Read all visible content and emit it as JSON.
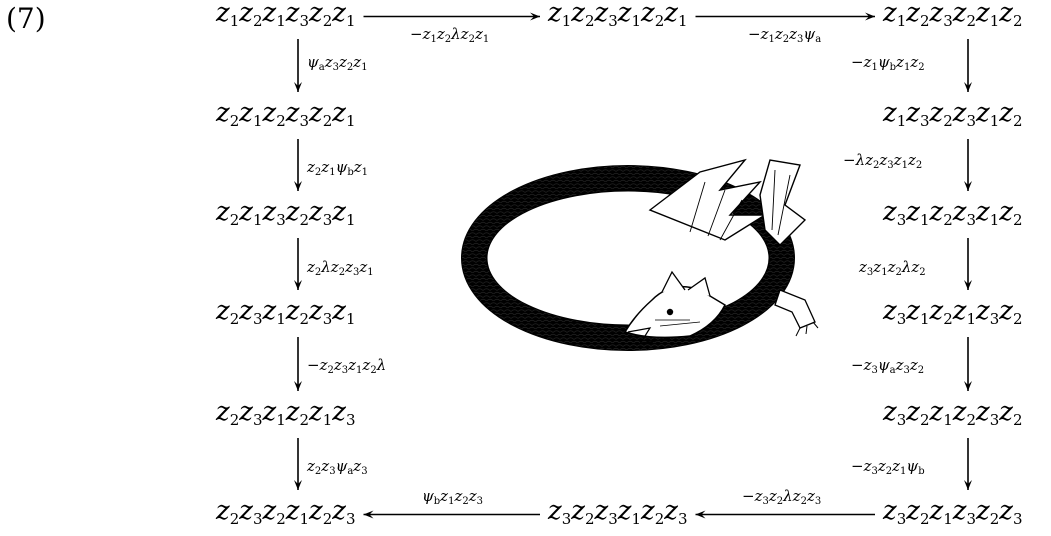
{
  "equation_number": "(7)",
  "nodes": [
    {
      "id": "n1",
      "text": "z_1z_2z_1z_3z_2z_1"
    },
    {
      "id": "n2",
      "text": "z_1z_2z_3z_1z_2z_1"
    },
    {
      "id": "n3",
      "text": "z_1z_2z_3z_2z_1z_2"
    },
    {
      "id": "n4",
      "text": "z_1z_3z_2z_3z_1z_2"
    },
    {
      "id": "n5",
      "text": "z_3z_1z_2z_3z_1z_2"
    },
    {
      "id": "n6",
      "text": "z_3z_1z_2z_1z_3z_2"
    },
    {
      "id": "n7",
      "text": "z_3z_2z_1z_2z_3z_2"
    },
    {
      "id": "n8",
      "text": "z_3z_2z_1z_3z_2z_3"
    },
    {
      "id": "n9",
      "text": "z_3z_2z_3z_1z_2z_3"
    },
    {
      "id": "n10",
      "text": "z_2z_3z_2z_1z_2z_3"
    },
    {
      "id": "n11",
      "text": "z_2z_3z_1z_2z_1z_3"
    },
    {
      "id": "n12",
      "text": "z_2z_3z_1z_2z_3z_1"
    },
    {
      "id": "n13",
      "text": "z_2z_1z_3z_2z_3z_1"
    },
    {
      "id": "n14",
      "text": "z_2z_1z_2z_3z_2z_1"
    }
  ],
  "edges": [
    {
      "from": "n1",
      "to": "n2",
      "label": "−z_1z_2λz_2z_1"
    },
    {
      "from": "n2",
      "to": "n3",
      "label": "−z_1z_2z_3ψ_a"
    },
    {
      "from": "n3",
      "to": "n4",
      "label": "−z_1ψ_bz_1z_2"
    },
    {
      "from": "n4",
      "to": "n5",
      "label": "−λz_2z_3z_1z_2"
    },
    {
      "from": "n5",
      "to": "n6",
      "label": "z_3z_1z_2λz_2"
    },
    {
      "from": "n6",
      "to": "n7",
      "label": "−z_3ψ_az_3z_2"
    },
    {
      "from": "n7",
      "to": "n8",
      "label": "−z_3z_2z_1ψ_b"
    },
    {
      "from": "n8",
      "to": "n9",
      "label": "−z_3z_2λz_2z_3"
    },
    {
      "from": "n9",
      "to": "n10",
      "label": "ψ_bz_1z_2z_3"
    },
    {
      "from": "n11",
      "to": "n10",
      "label": "z_2z_3ψ_az_3"
    },
    {
      "from": "n12",
      "to": "n11",
      "label": "−z_2z_3z_1z_2λ"
    },
    {
      "from": "n13",
      "to": "n12",
      "label": "z_2λz_2z_3z_1"
    },
    {
      "from": "n14",
      "to": "n13",
      "label": "z_2z_1ψ_bz_1"
    },
    {
      "from": "n1",
      "to": "n14",
      "label": "ψ_az_3z_2z_1"
    }
  ],
  "illustration": "ouroboros-dragon"
}
